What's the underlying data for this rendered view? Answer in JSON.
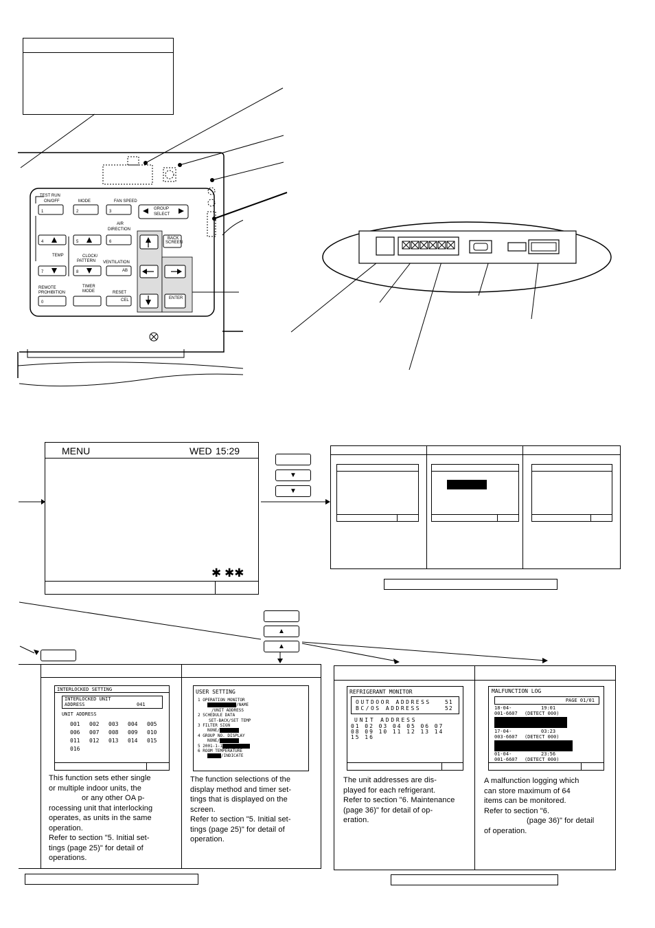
{
  "menu_screen": {
    "title": "MENU",
    "day": "WED",
    "time": "15:29",
    "marks": "✱ ✱✱"
  },
  "remote": {
    "labels": {
      "test_run": "TEST RUN",
      "on_off": "ON/OFF",
      "mode": "MODE",
      "fan_speed": "FAN SPEED",
      "group_select_1": "GROUP",
      "group_select_2": "SELECT",
      "air_direction_1": "AIR",
      "air_direction_2": "DIRECTION",
      "temp": "TEMP",
      "clock_1": "CLOCK/",
      "clock_2": "PATTERN",
      "ventilation": "VENTILATION",
      "remote_1": "REMOTE",
      "remote_2": "PROHIBITION",
      "timer_1": "TIMER",
      "timer_2": "MODE",
      "reset": "RESET",
      "back_1": "BACK",
      "back_2": "SCREEN",
      "enter": "ENTER",
      "cel": "CEL",
      "ab": "AB"
    },
    "keys": [
      "1",
      "2",
      "3",
      "4",
      "5",
      "6",
      "7",
      "8",
      "0"
    ]
  },
  "interlocked": {
    "title": "INTERLOCKED SETTING",
    "unit_line1": "INTERLOCKED UNIT",
    "unit_line2": "ADDRESS",
    "unit_value": "041",
    "list_label": "UNIT ADDRESS",
    "addresses": [
      "001",
      "002",
      "003",
      "004",
      "005",
      "006",
      "007",
      "008",
      "009",
      "010",
      "011",
      "012",
      "013",
      "014",
      "015",
      "016"
    ],
    "description": [
      "This function sets ether single",
      "or multiple indoor units, the",
      "or any other OA p-",
      "rocessing unit that interlocking",
      "operates, as units in the same",
      "operation.",
      "Refer to section \"5. Initial set-",
      "tings (page 25)\" for detail of",
      "operations."
    ]
  },
  "user_setting": {
    "title": "USER SETTING",
    "items": [
      {
        "line": "1   OPERATION MONITOR"
      },
      {
        "line": "/NAME"
      },
      {
        "line": "/UNIT ADDRESS"
      },
      {
        "line": "2   SCHEDULE DATA"
      },
      {
        "line": "SET-BACK/SET TEMP"
      },
      {
        "line": "3   FILTER SIGN"
      },
      {
        "line": "NONE/"
      },
      {
        "line": "4   GROUP NO. DISPLAY"
      },
      {
        "line": "NONE/"
      },
      {
        "line": "5   2001-1-1"
      },
      {
        "line": "6   ROOM TEMPERATURE"
      },
      {
        "line": "/INDICATE"
      }
    ],
    "description": [
      "The function selections of the",
      "display method and timer set-",
      "tings that is displayed on the",
      "screen.",
      "Refer to section \"5. Initial set-",
      "tings (page 25)\" for detail of",
      "operation."
    ]
  },
  "refrigerant": {
    "title": "REFRIGERANT MONITOR",
    "outdoor_label": "OUTDOOR ADDRESS",
    "outdoor_value": "51",
    "bcos_label": "BC/OS ADDRESS",
    "bcos_value": "52",
    "unit_label": "UNIT ADDRESS",
    "row1": "01 02 03 04 05 06 07",
    "row2": "08 09 10 11 12 13 14",
    "row3": "15 16",
    "description": [
      "The unit addresses are dis-",
      "played for each refrigerant.",
      "Refer to section \"6. Maintenance",
      "(page 36)\" for detail of op-",
      "eration."
    ]
  },
  "malfunction": {
    "title": "MALFUNCTION LOG",
    "page": "PAGE 01/01",
    "entries": [
      {
        "date": "18-04-",
        "time": "19:01",
        "code": "001-6607",
        "detect": "(DETECT  000)"
      },
      {
        "date": "17-04-",
        "time": "03:23",
        "code": "003-6607",
        "detect": "(DETECT  000)"
      },
      {
        "date": "01-04-",
        "time": "23:56",
        "code": "001-6607",
        "detect": "(DETECT  000)"
      }
    ],
    "description": [
      "A malfunction logging which",
      "can store   maximum of 64",
      "items       can be monitored.",
      "Refer to section \"6.",
      "(page 36)\" for detail",
      "of operation."
    ]
  }
}
